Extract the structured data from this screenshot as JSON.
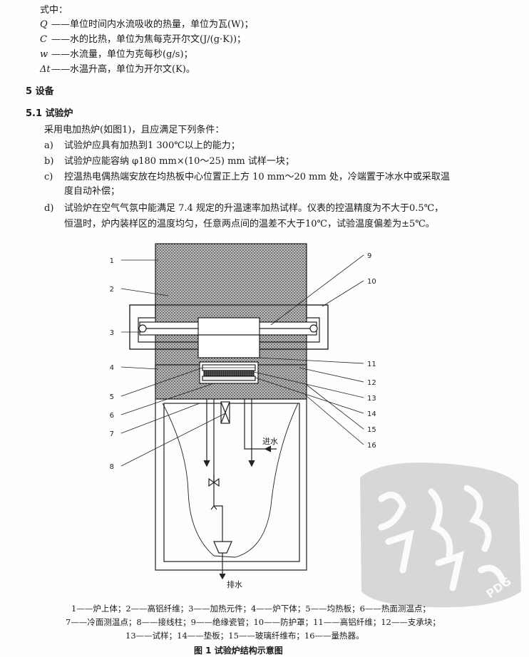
{
  "page": {
    "intro": "式中：",
    "vars": [
      {
        "sym": "Q",
        "desc": "——单位时间内水流吸收的热量，单位为瓦(W)；"
      },
      {
        "sym": "C",
        "desc": "——水的比热，单位为焦每克开尔文(J/(g·K))；"
      },
      {
        "sym": "w",
        "desc": "——水流量，单位为克每秒(g/s)；"
      },
      {
        "sym": "Δt",
        "desc": "——水温升高，单位为开尔文(K)。"
      }
    ],
    "section": "5  设备",
    "subsection": "5.1  试验炉",
    "lead": "采用电加热炉(如图1)，且应满足下列条件：",
    "items": [
      {
        "label": "a)",
        "text": "试验炉应具有加热到1 300℃以上的能力；"
      },
      {
        "label": "b)",
        "text": "试验炉应能容纳 φ180 mm×(10～25) mm 试样一块；"
      },
      {
        "label": "c)",
        "text": "控温热电偶热端安放在均热板中心位置正上方 10 mm～20 mm 处，冷端置于冰水中或采取温",
        "text2": "度自动补偿；"
      },
      {
        "label": "d)",
        "text": "试验炉在空气气氛中能满足 7.4 规定的升温速率加热试样。仪表的控温精度为不大于0.5℃，",
        "text2": "恒温时，炉内装样区的温度均匀，任意两点间的温差不大于10℃，试验温度偏差为±5℃。"
      }
    ]
  },
  "figure": {
    "numbers": [
      "1",
      "2",
      "3",
      "4",
      "5",
      "6",
      "7",
      "8",
      "9",
      "10",
      "11",
      "12",
      "13",
      "14",
      "15",
      "16"
    ],
    "inlet_label": "进水",
    "outlet_label": "排水",
    "legend_lines": [
      "1——炉上体；2——高铝纤维；3——加热元件；4——炉下体；5——均热板；6——热面测温点；",
      "7——冷面测温点；8——接线柱；9——绝缘瓷管；10——防护罩；11——高铝纤维；12——支承块；",
      "13——试样；14——垫板；15——玻璃纤维布；16——量热器。"
    ],
    "caption": "图 1   试验炉结构示意图"
  },
  "watermark": {
    "text": "PDG"
  }
}
